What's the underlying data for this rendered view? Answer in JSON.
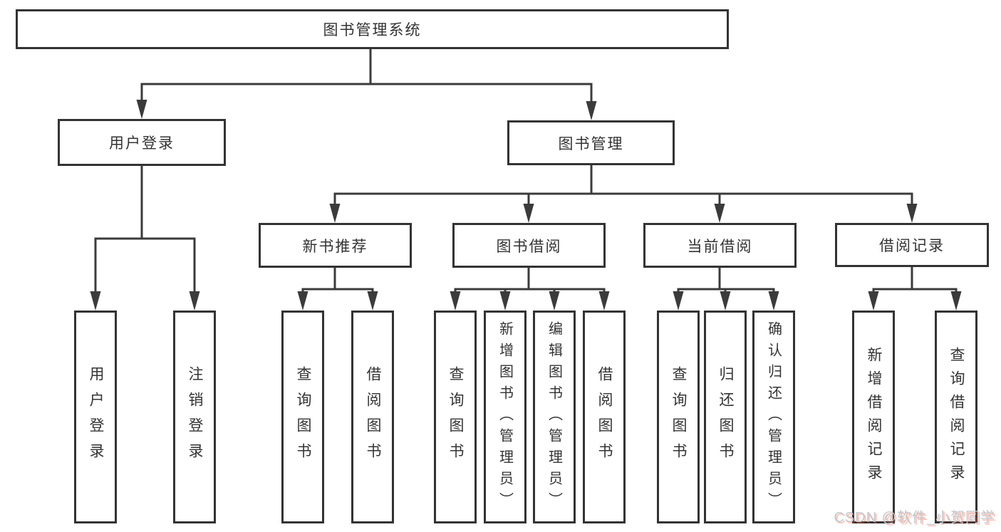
{
  "diagram": {
    "root": {
      "label": "图书管理系统"
    },
    "level2": [
      {
        "id": "user-login",
        "label": "用户登录",
        "parent": "图书管理系统"
      },
      {
        "id": "book-management",
        "label": "图书管理",
        "parent": "图书管理系统"
      }
    ],
    "level3": [
      {
        "id": "new-book-recommend",
        "label": "新书推荐",
        "parent": "图书管理"
      },
      {
        "id": "book-borrowing",
        "label": "图书借阅",
        "parent": "图书管理"
      },
      {
        "id": "current-borrowing",
        "label": "当前借阅",
        "parent": "图书管理"
      },
      {
        "id": "borrowing-records",
        "label": "借阅记录",
        "parent": "图书管理"
      }
    ],
    "leaves": [
      {
        "id": "leaf-user-login",
        "label": "用户登录",
        "parent": "用户登录"
      },
      {
        "id": "leaf-logout",
        "label": "注销登录",
        "parent": "用户登录"
      },
      {
        "id": "leaf-query-books-recommend",
        "label": "查询图书",
        "parent": "新书推荐"
      },
      {
        "id": "leaf-borrow-books-recommend",
        "label": "借阅图书",
        "parent": "新书推荐"
      },
      {
        "id": "leaf-query-books-borrow",
        "label": "查询图书",
        "parent": "图书借阅"
      },
      {
        "id": "leaf-add-books-admin",
        "label": "新增图书（管理员）",
        "parent": "图书借阅"
      },
      {
        "id": "leaf-edit-books-admin",
        "label": "编辑图书（管理员）",
        "parent": "图书借阅"
      },
      {
        "id": "leaf-borrow-books",
        "label": "借阅图书",
        "parent": "图书借阅"
      },
      {
        "id": "leaf-query-books-current",
        "label": "查询图书",
        "parent": "当前借阅"
      },
      {
        "id": "leaf-return-books",
        "label": "归还图书",
        "parent": "当前借阅"
      },
      {
        "id": "leaf-confirm-return-admin",
        "label": "确认归还（管理员）",
        "parent": "当前借阅"
      },
      {
        "id": "leaf-add-borrow-record",
        "label": "新增借阅记录",
        "parent": "借阅记录"
      },
      {
        "id": "leaf-query-borrow-record",
        "label": "查询借阅记录",
        "parent": "借阅记录"
      }
    ]
  },
  "watermark": {
    "text": "CSDN @软件_小贺同学"
  },
  "colors": {
    "line": "#3b3b3b",
    "box_border": "#333333",
    "text": "#333333",
    "background": "#ffffff",
    "watermark_text": "#c4c8ce",
    "watermark_accent": "#fc5531"
  }
}
